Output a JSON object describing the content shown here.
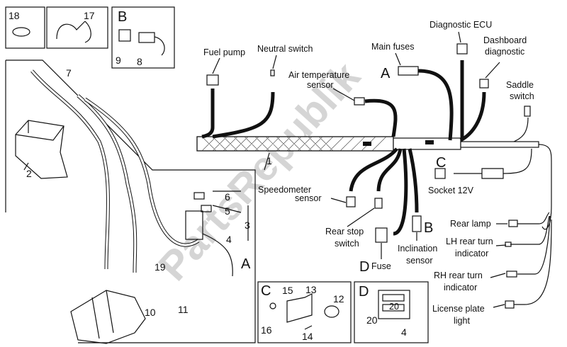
{
  "watermark": "PartsRepublik",
  "colors": {
    "line": "#111111",
    "background": "#ffffff",
    "watermark": "#c8c8c8"
  },
  "callouts": {
    "connectors": {
      "fuel_pump": "Fuel pump",
      "neutral_switch": "Neutral switch",
      "main_fuses": "Main fuses",
      "diagnostic_ecu": "Diagnostic ECU",
      "dashboard_diagnostic": [
        "Dashboard",
        "diagnostic"
      ],
      "saddle_switch": [
        "Saddle",
        "switch"
      ],
      "air_temperature_sensor": [
        "Air temperature",
        "sensor"
      ],
      "speedometer_sensor": [
        "Speedometer",
        "sensor"
      ],
      "rear_stop_switch": [
        "Rear stop",
        "switch"
      ],
      "fuse": "Fuse",
      "inclination_sensor": [
        "Inclination",
        "sensor"
      ],
      "socket_12v": "Socket 12V",
      "rear_lamp": "Rear lamp",
      "lh_rear_turn_indicator": [
        "LH rear turn",
        "indicator"
      ],
      "rh_rear_turn_indicator": [
        "RH rear turn",
        "indicator"
      ],
      "license_plate_light": [
        "License plate",
        "light"
      ]
    },
    "letters": {
      "a_top": "A",
      "a_left": "A",
      "b": "B",
      "c": "C",
      "d": "D"
    },
    "numbers": {
      "n1": "1",
      "n2": "2",
      "n3": "3",
      "n4": "4",
      "n5": "5",
      "n6": "6",
      "n7": "7",
      "n8": "8",
      "n9": "9",
      "n10": "10",
      "n11": "11",
      "n12": "12",
      "n13": "13",
      "n14": "14",
      "n15": "15",
      "n16": "16",
      "n17": "17",
      "n18": "18",
      "n19": "19",
      "n20": "20"
    },
    "insets": {
      "b_box": {
        "title": "B",
        "items": [
          "9",
          "8"
        ]
      },
      "c_box": {
        "title": "C",
        "items": [
          "15",
          "13",
          "12",
          "16",
          "14"
        ]
      },
      "d_box": {
        "title": "D",
        "items": [
          "20",
          "4"
        ],
        "fuse_rating": "20"
      }
    }
  }
}
